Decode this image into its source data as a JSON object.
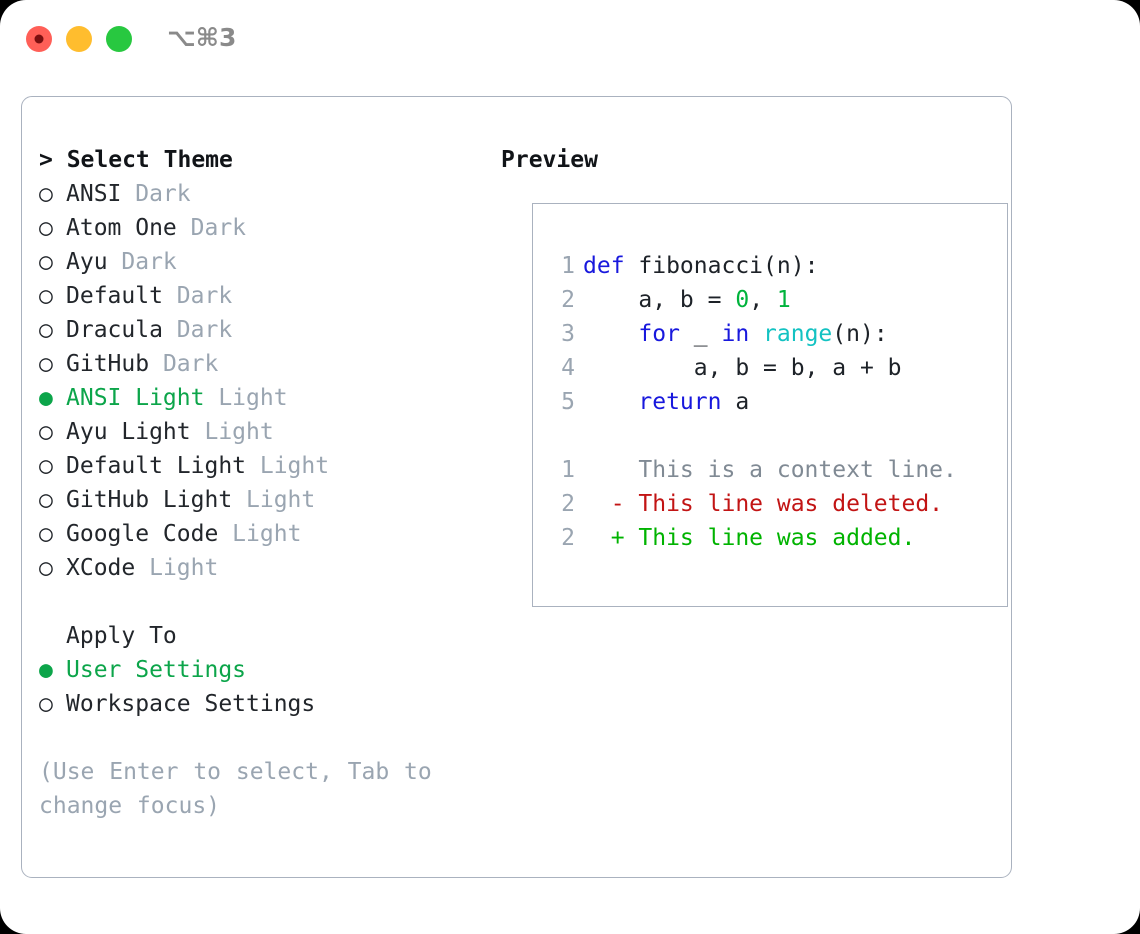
{
  "window": {
    "shortcut": "⌥⌘3",
    "controls": [
      {
        "name": "close",
        "color": "#ff5f57"
      },
      {
        "name": "minimize",
        "color": "#ffbd2e"
      },
      {
        "name": "maximize",
        "color": "#28c840"
      }
    ]
  },
  "theme_picker": {
    "heading": "> Select Theme",
    "bullet_selected": "●",
    "bullet_unselected": "○",
    "items": [
      {
        "label": "ANSI",
        "tag": "Dark",
        "selected": false
      },
      {
        "label": "Atom One",
        "tag": "Dark",
        "selected": false
      },
      {
        "label": "Ayu",
        "tag": "Dark",
        "selected": false
      },
      {
        "label": "Default",
        "tag": "Dark",
        "selected": false
      },
      {
        "label": "Dracula",
        "tag": "Dark",
        "selected": false
      },
      {
        "label": "GitHub",
        "tag": "Dark",
        "selected": false
      },
      {
        "label": "ANSI Light",
        "tag": "Light",
        "selected": true
      },
      {
        "label": "Ayu Light",
        "tag": "Light",
        "selected": false
      },
      {
        "label": "Default Light",
        "tag": "Light",
        "selected": false
      },
      {
        "label": "GitHub Light",
        "tag": "Light",
        "selected": false
      },
      {
        "label": "Google Code",
        "tag": "Light",
        "selected": false
      },
      {
        "label": "XCode",
        "tag": "Light",
        "selected": false
      }
    ]
  },
  "apply_to": {
    "heading": "Apply To",
    "items": [
      {
        "label": "User Settings",
        "selected": true
      },
      {
        "label": "Workspace Settings",
        "selected": false
      }
    ]
  },
  "hint": "(Use Enter to select, Tab to change focus)",
  "preview": {
    "title": "Preview",
    "code_lines": [
      {
        "no": "1",
        "tokens": [
          {
            "t": "def",
            "c": "kw"
          },
          {
            "t": " fibonacci(",
            "c": "plain"
          },
          {
            "t": "n):",
            "c": "plain"
          }
        ]
      },
      {
        "no": "2",
        "tokens": [
          {
            "t": "    a, b = ",
            "c": "plain"
          },
          {
            "t": "0",
            "c": "num"
          },
          {
            "t": ", ",
            "c": "plain"
          },
          {
            "t": "1",
            "c": "num"
          }
        ]
      },
      {
        "no": "3",
        "tokens": [
          {
            "t": "    ",
            "c": "plain"
          },
          {
            "t": "for",
            "c": "kw"
          },
          {
            "t": " _ ",
            "c": "plain"
          },
          {
            "t": "in",
            "c": "kw"
          },
          {
            "t": " ",
            "c": "plain"
          },
          {
            "t": "range",
            "c": "fn"
          },
          {
            "t": "(n):",
            "c": "plain"
          }
        ]
      },
      {
        "no": "4",
        "tokens": [
          {
            "t": "        a, b = b, a + b",
            "c": "plain"
          }
        ]
      },
      {
        "no": "5",
        "tokens": [
          {
            "t": "    ",
            "c": "plain"
          },
          {
            "t": "return",
            "c": "kw"
          },
          {
            "t": " a",
            "c": "plain"
          }
        ]
      }
    ],
    "diff_lines": [
      {
        "no": "1",
        "marker": "  ",
        "text": "This is a context line.",
        "kind": "ctx"
      },
      {
        "no": "2",
        "marker": "- ",
        "text": "This line was deleted.",
        "kind": "del"
      },
      {
        "no": "2",
        "marker": "+ ",
        "text": "This line was added.",
        "kind": "add"
      }
    ]
  },
  "colors": {
    "accent_green": "#0ca54a",
    "muted_gray": "#9aa5b1",
    "border": "#aab2bf",
    "keyword_blue": "#1818dd",
    "number_green": "#00b33c",
    "function_cyan": "#13c2c2",
    "diff_deleted": "#c21414",
    "diff_added": "#00b300",
    "diff_context": "#808a94"
  }
}
